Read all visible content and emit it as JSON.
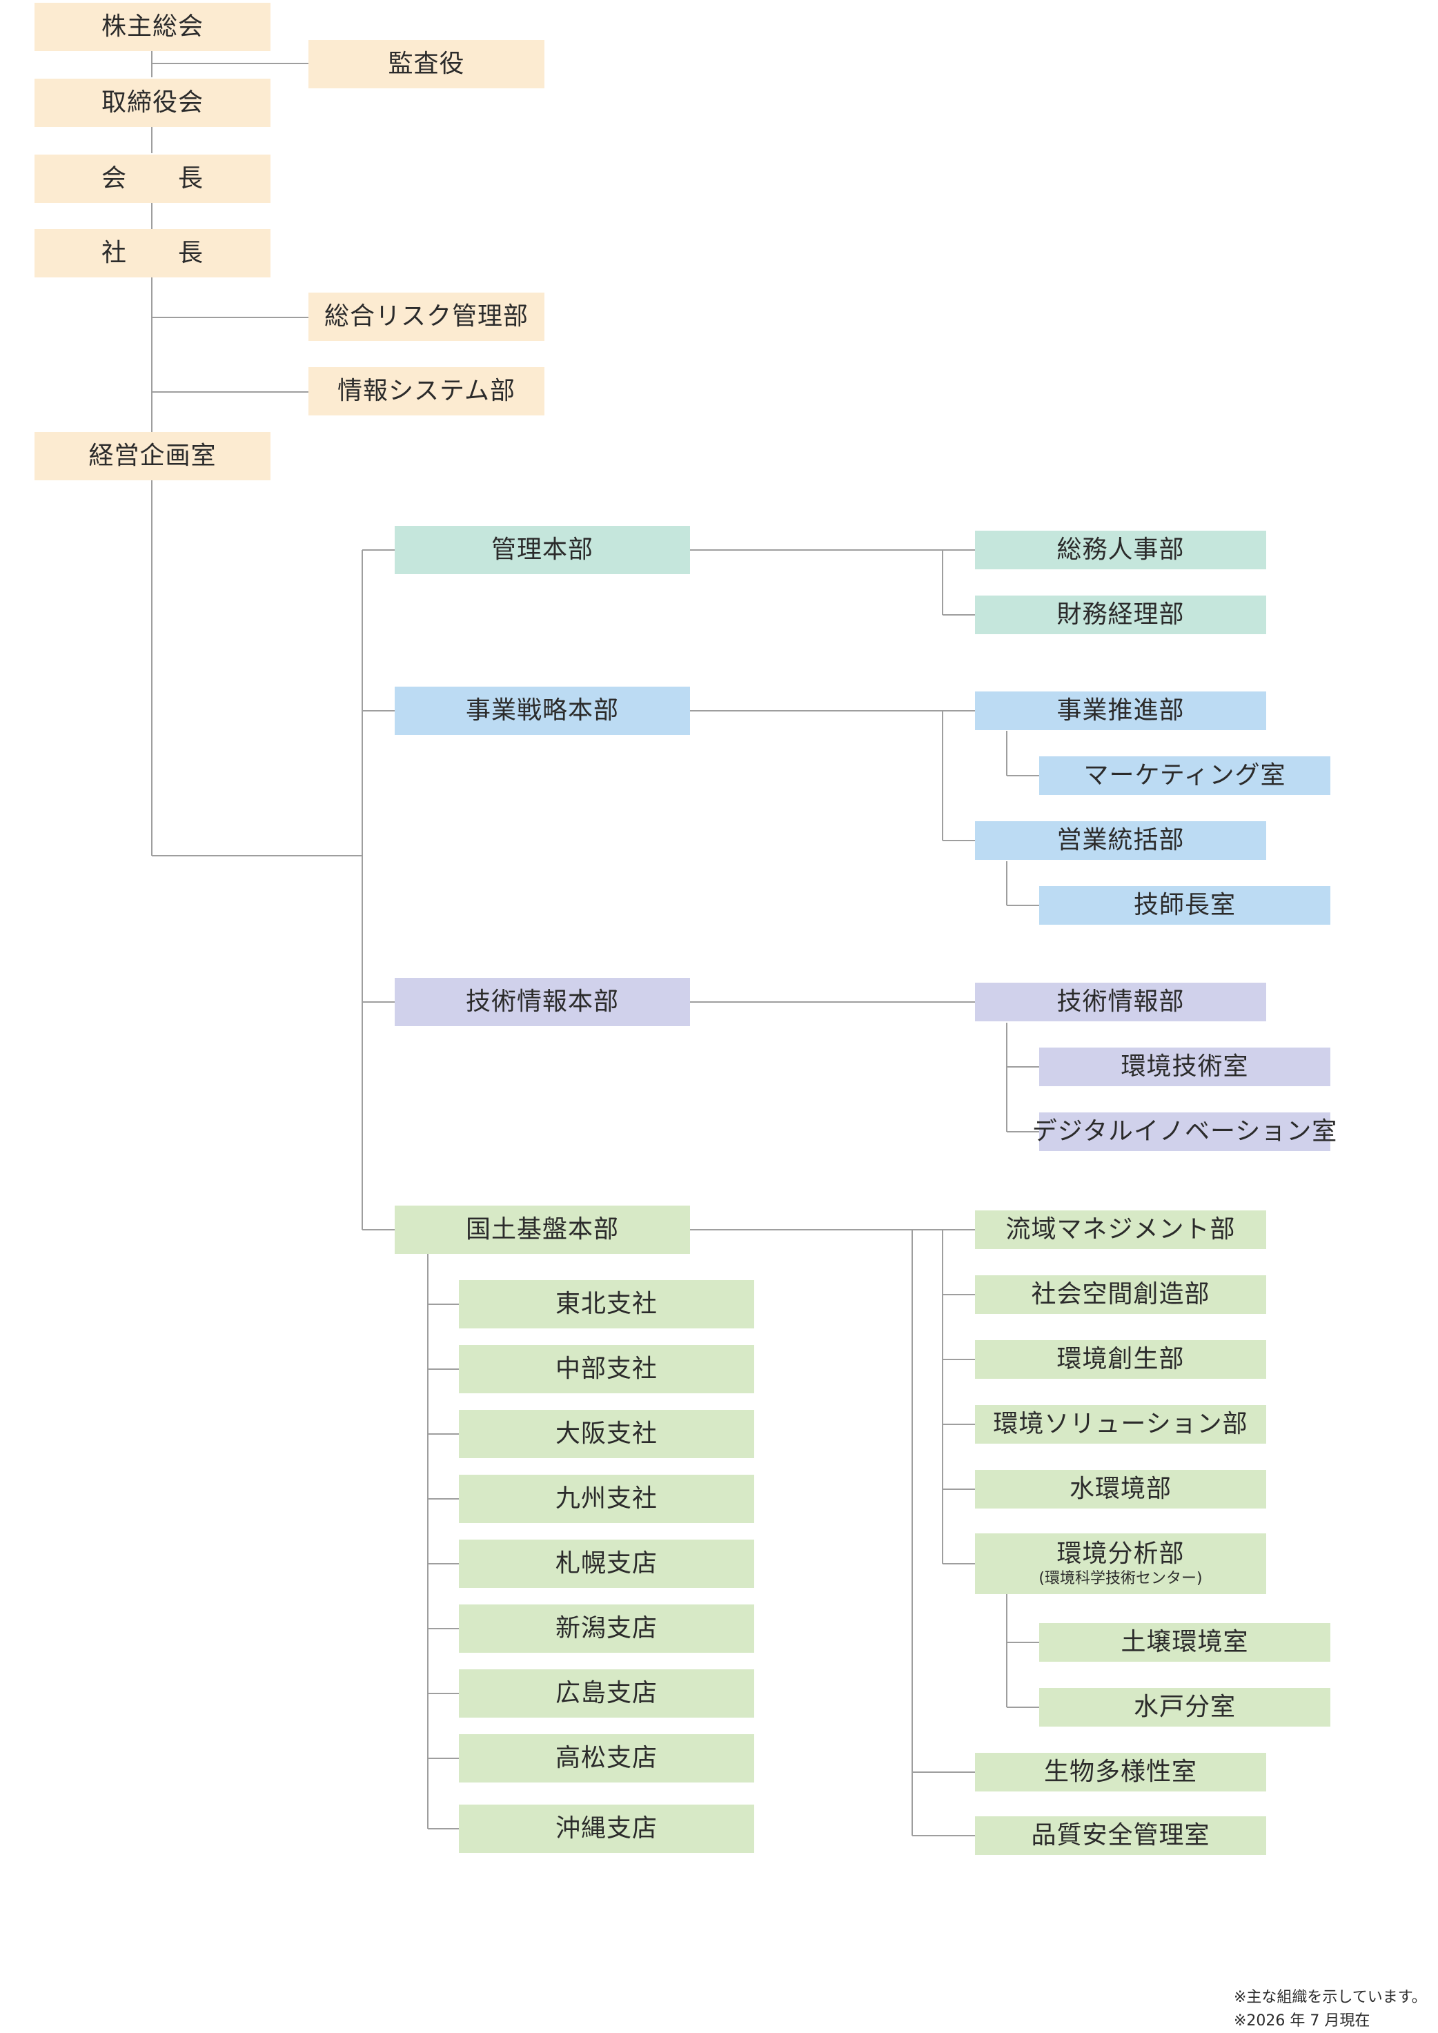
{
  "top_chain": {
    "shareholders": "株主総会",
    "auditor": "監査役",
    "board": "取締役会",
    "chairman": "会　　長",
    "president": "社　　長",
    "risk": "総合リスク管理部",
    "infosys": "情報システム部",
    "planning": "経営企画室"
  },
  "divisions": [
    {
      "name": "管理本部",
      "departments": [
        {
          "name": "総務人事部",
          "rooms": []
        },
        {
          "name": "財務経理部",
          "rooms": []
        }
      ]
    },
    {
      "name": "事業戦略本部",
      "departments": [
        {
          "name": "事業推進部",
          "rooms": [
            "マーケティング室"
          ]
        },
        {
          "name": "営業統括部",
          "rooms": [
            "技師長室"
          ]
        }
      ]
    },
    {
      "name": "技術情報本部",
      "departments": [
        {
          "name": "技術情報部",
          "rooms": [
            "環境技術室",
            "デジタルイノベーション室"
          ]
        }
      ]
    },
    {
      "name": "国土基盤本部",
      "branches": [
        "東北支社",
        "中部支社",
        "大阪支社",
        "九州支社",
        "札幌支店",
        "新潟支店",
        "広島支店",
        "高松支店",
        "沖縄支店"
      ],
      "departments": [
        {
          "name": "流域マネジメント部",
          "rooms": []
        },
        {
          "name": "社会空間創造部",
          "rooms": []
        },
        {
          "name": "環境創生部",
          "rooms": []
        },
        {
          "name": "環境ソリューション部",
          "rooms": []
        },
        {
          "name": "水環境部",
          "rooms": []
        },
        {
          "name": "環境分析部",
          "subtitle": "(環境科学技術センター)",
          "rooms": [
            "土壌環境室",
            "水戸分室"
          ]
        }
      ],
      "direct_rooms": [
        "生物多様性室",
        "品質安全管理室"
      ]
    }
  ],
  "notes": [
    "※主な組織を示しています。",
    "※2026 年 7 月現在"
  ],
  "colors": {
    "top": "#fcebd1",
    "management": "#c5e6dc",
    "business": "#bcdbf3",
    "technology": "#d0d1eb",
    "infrastructure": "#d7e9c6",
    "line": "#9e9e9e"
  }
}
